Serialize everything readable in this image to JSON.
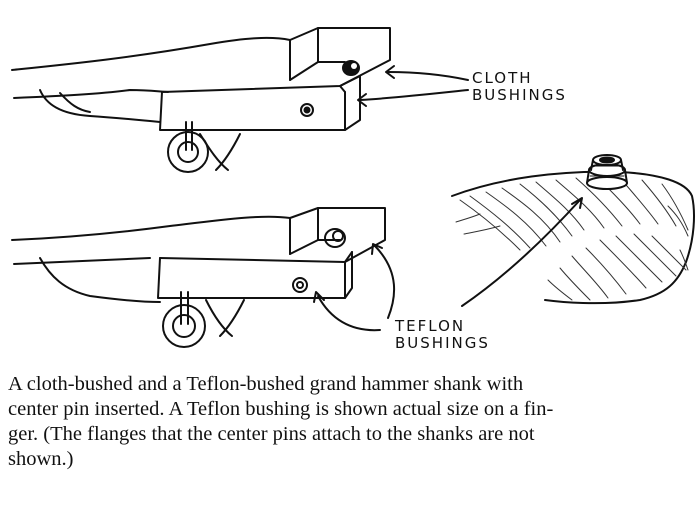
{
  "figure": {
    "labels": {
      "cloth_line1": "CLOTH",
      "cloth_line2": "BUSHINGS",
      "teflon_line1": "TEFLON",
      "teflon_line2": "BUSHINGS"
    }
  },
  "caption": {
    "line1": "A cloth-bushed and a Teflon-bushed grand hammer shank with",
    "line2": "center pin inserted. A Teflon bushing is shown actual size on a fin-",
    "line3": "ger. (The flanges that the center pins attach to the shanks are not",
    "line4": "shown.)"
  }
}
